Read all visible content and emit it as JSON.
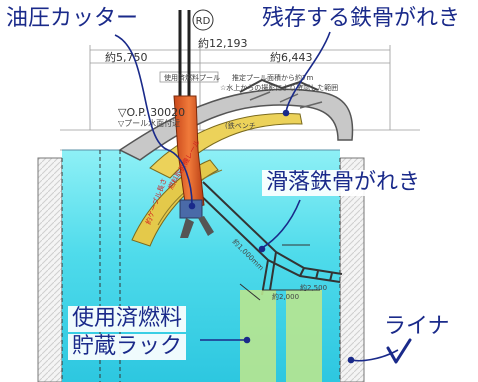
{
  "callouts": {
    "hydraulic_cutter": "油圧カッター",
    "remaining_debris": "残存する鉄骨がれき",
    "fallen_debris": "滑落鉄骨がれき",
    "fuel_rack_line1": "使用済燃料",
    "fuel_rack_line2": "貯蔵ラック",
    "liner": "ライナ"
  },
  "drawing": {
    "rd_marker": "RD",
    "dim_total": "約12,193",
    "dim_left": "約5,750",
    "dim_right": "約6,443",
    "label_box_top": "使用済燃料プール",
    "note_line1": "推定プール面積から約7m",
    "note_line2": "☆水上からの撮影により確認した範囲",
    "bench_label": "(鉄ベンチ",
    "op_level": "▽O.P. 30020",
    "pool_level": "▽プール水面付近",
    "red_note_left": "約ケーブル長さ",
    "red_note_mid": "燃料取扱機レール",
    "dim_small": "約2,000",
    "dim_bottom": "約2,500",
    "dim_angle": "約1,000mm"
  },
  "colors": {
    "water": "#5fe3ee",
    "water_deep": "#29c3de",
    "cutter": "#e2622a",
    "rack": "#b9e58f",
    "debris_yellow": "#ecd25a",
    "text_blue": "#1a2a8a"
  }
}
